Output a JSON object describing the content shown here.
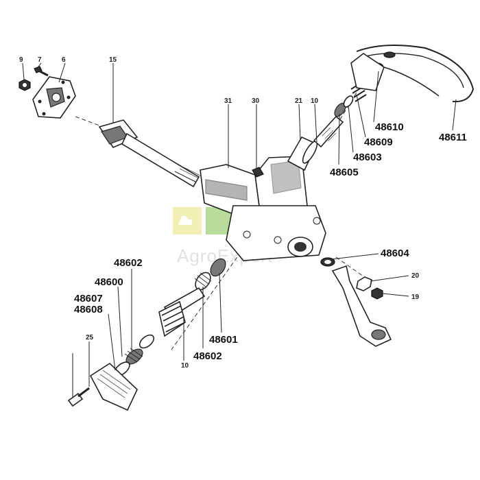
{
  "watermark": {
    "text": "AgroExpert",
    "tile_colors": [
      "#e8e27a",
      "#7fc24a",
      "#b89f8c"
    ]
  },
  "labels": {
    "p9": "9",
    "p7": "7",
    "p6": "6",
    "p15": "15",
    "p31": "31",
    "p30": "30",
    "p21": "21",
    "p10a": "10",
    "p48610": "48610",
    "p48609": "48609",
    "p48603": "48603",
    "p48605": "48605",
    "p48611": "48611",
    "p48604": "48604",
    "p20": "20",
    "p19": "19",
    "p48602a": "48602",
    "p48600": "48600",
    "p48607": "48607",
    "p48608": "48608",
    "p25": "25",
    "p10b": "10",
    "p48601": "48601",
    "p48602b": "48602"
  }
}
